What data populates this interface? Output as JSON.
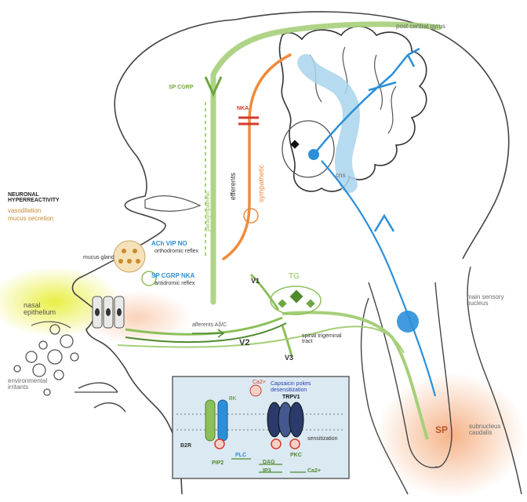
{
  "labels": {
    "post_central_gyrus": "post central gyrus",
    "sp_cgrp_top": "SP CGRP",
    "nka": "NKA",
    "parasympathetic": "parasympathetic",
    "efferents": "efferents",
    "sympathetic": "sympathetic",
    "cns": "cns",
    "neuronal_hyperreactivity": "NEURONAL HYPERREACTIVITY",
    "vasodilation": "vasodilation",
    "mucus_secretion": "mucus secretion",
    "mucus_gland": "mucus gland",
    "ach_vip_no": "ACh VIP NO",
    "orthodromic_reflex": "orthodromic reflex",
    "sp_cgrp_nka": "SP CGRP NKA",
    "antidromic_reflex": "antidromic reflex",
    "v1": "V1",
    "tg": "TG",
    "v2": "V2",
    "v3": "V3",
    "afferents_a_delta_c": "afferents Aδ/C",
    "spinal_trigeminal_tract": "spinal trigeminal tract",
    "nasal_epithelium": "nasal epithelium",
    "environmental_irritants": "environmental irritants",
    "main_sensory_nucleus": "main sensory nucleus",
    "sp_nucleus": "SP",
    "subnucleus_caudalis": "subnucleus caudalis",
    "capsaicin_label": "Capsaicin pokes",
    "sensitization_label": "desensitization",
    "trpv1": "TRPV1",
    "b2r": "B2R",
    "bk": "BK",
    "ca2_plus": "Ca2+",
    "sensitization": "sensitization",
    "plc": "PLC",
    "pkc": "PKC",
    "pip2": "PIP2",
    "dag": "DAG",
    "ip3": "IP3",
    "ca2_bottom": "Ca2+"
  },
  "colors": {
    "green": "#8dbf5a",
    "dark_green": "#4f8a2e",
    "orange": "#f08a3c",
    "red": "#d63a2a",
    "blue": "#2b8fd9",
    "light_blue": "#a9d3ec",
    "inset_bg": "#dbe9f2",
    "outline": "#444444"
  }
}
